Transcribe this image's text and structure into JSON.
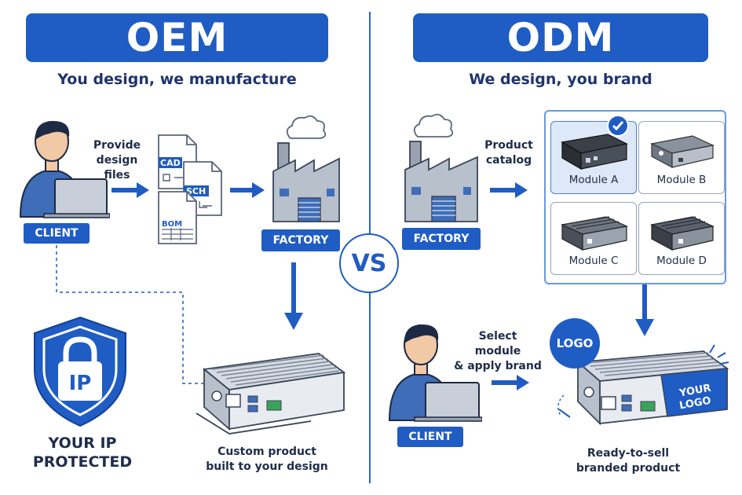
{
  "oem": {
    "title": "OEM",
    "subtitle": "You design, we manufacture",
    "client_tag": "CLIENT",
    "arrow1_label_line1": "Provide",
    "arrow1_label_line2": "design files",
    "doc_cad": "CAD",
    "doc_sch": "SCH",
    "doc_bom": "BOM",
    "factory_tag": "FACTORY",
    "ip_line1": "YOUR IP",
    "ip_line2": "PROTECTED",
    "ip_badge": "IP",
    "product_line1": "Custom product",
    "product_line2": "built to your design"
  },
  "vs": "VS",
  "odm": {
    "title": "ODM",
    "subtitle": "We design, you brand",
    "factory_tag": "FACTORY",
    "arrow_label_line1": "Product",
    "arrow_label_line2": "catalog",
    "modules": [
      "Module A",
      "Module B",
      "Module C",
      "Module D"
    ],
    "selected_module": "Module A",
    "client_tag": "CLIENT",
    "select_label_line1": "Select module",
    "select_label_line2": "& apply brand",
    "logo_bubble": "LOGO",
    "device_logo_line1": "YOUR",
    "device_logo_line2": "LOGO",
    "product_line1": "Ready-to-sell",
    "product_line2": "branded product"
  },
  "colors": {
    "accent": "#1f5cc4",
    "navy_text": "#1f3470",
    "skin": "#f2c9a5",
    "hair": "#1e2a44",
    "shirt": "#3f6db8",
    "factory_gray": "#9aa3b0"
  }
}
